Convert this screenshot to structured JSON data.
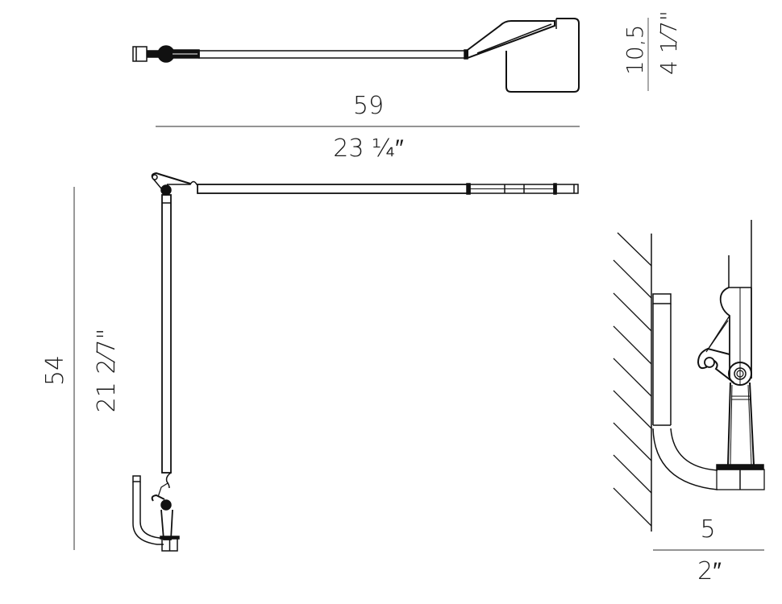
{
  "diagram": {
    "type": "technical-dimension-drawing",
    "subject": "wall-mounted articulated lamp",
    "views": [
      {
        "name": "top-view",
        "description": "lamp arm with head, seen from above"
      },
      {
        "name": "side-view",
        "description": "lamp arm and vertical stem with wall bracket"
      },
      {
        "name": "bracket-detail",
        "description": "wall bracket detail with hatched wall"
      }
    ],
    "dimensions": {
      "head_height": {
        "metric": "10,5",
        "imperial": "4 1⁄7\""
      },
      "arm_length": {
        "metric": "59",
        "imperial": "23 ¼″"
      },
      "total_height": {
        "metric": "54",
        "imperial": "21 2⁄7\""
      },
      "bracket_depth": {
        "metric": "5",
        "imperial": "2″"
      }
    },
    "colors": {
      "line": "#111111",
      "dim_line": "#555555",
      "background": "#ffffff"
    }
  }
}
